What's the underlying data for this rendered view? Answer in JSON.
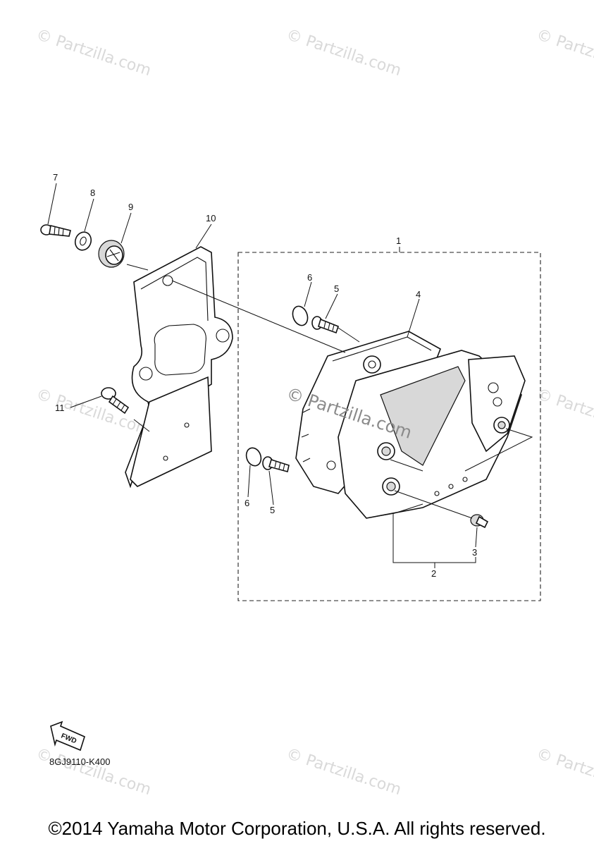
{
  "watermark": "© Partzilla.com",
  "callouts": [
    "1",
    "2",
    "3",
    "4",
    "5",
    "6",
    "7",
    "8",
    "9",
    "10",
    "11"
  ],
  "callout_repeat": {
    "five": "5",
    "six": "6"
  },
  "diagram_code": "8GJ9110-K400",
  "fwd_label": "FWD",
  "copyright": "©2014 Yamaha Motor Corporation, U.S.A. All rights reserved."
}
